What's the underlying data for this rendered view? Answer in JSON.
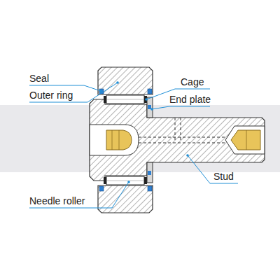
{
  "diagram": {
    "labels": [
      "Seal",
      "Outer ring",
      "Cage",
      "End plate",
      "Stud",
      "Needle roller"
    ]
  }
}
